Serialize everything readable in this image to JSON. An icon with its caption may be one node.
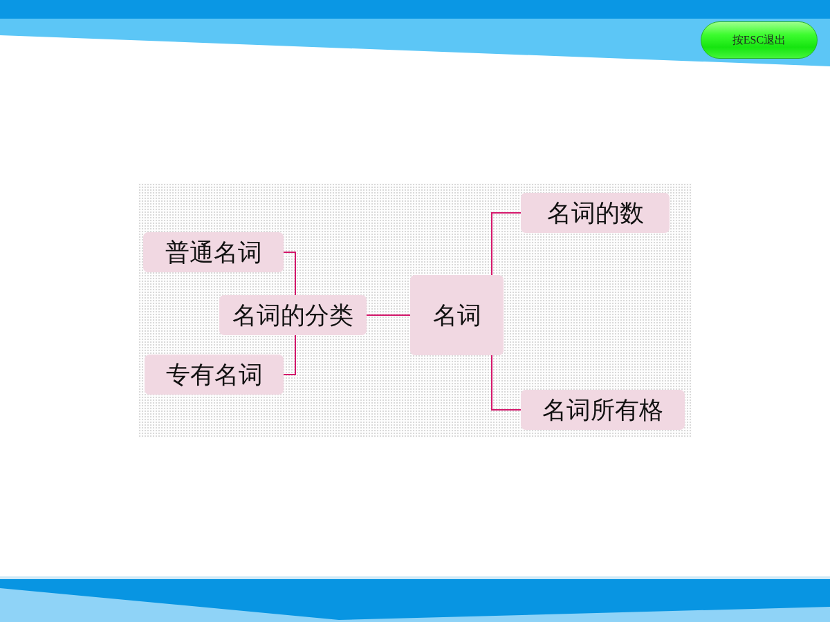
{
  "diagram": {
    "nodes": [
      {
        "text": [
          "普通名词"
        ]
      },
      {
        "text": [
          "名词的分类"
        ]
      },
      {
        "text": [
          "专有名词"
        ]
      },
      {
        "text": [
          "名词"
        ]
      },
      {
        "text": [
          "名词的数"
        ]
      },
      {
        "text": [
          "名词所有格"
        ]
      }
    ],
    "edges": [
      {
        "from": 3,
        "to": 1,
        "arrow": "none"
      },
      {
        "from": 1,
        "to": 0,
        "arrow": "none"
      },
      {
        "from": 1,
        "to": 2,
        "arrow": "none"
      },
      {
        "from": 3,
        "to": 4,
        "arrow": "none"
      },
      {
        "from": 3,
        "to": 5,
        "arrow": "none"
      }
    ],
    "labels": [
      "按ESC退出"
    ]
  }
}
